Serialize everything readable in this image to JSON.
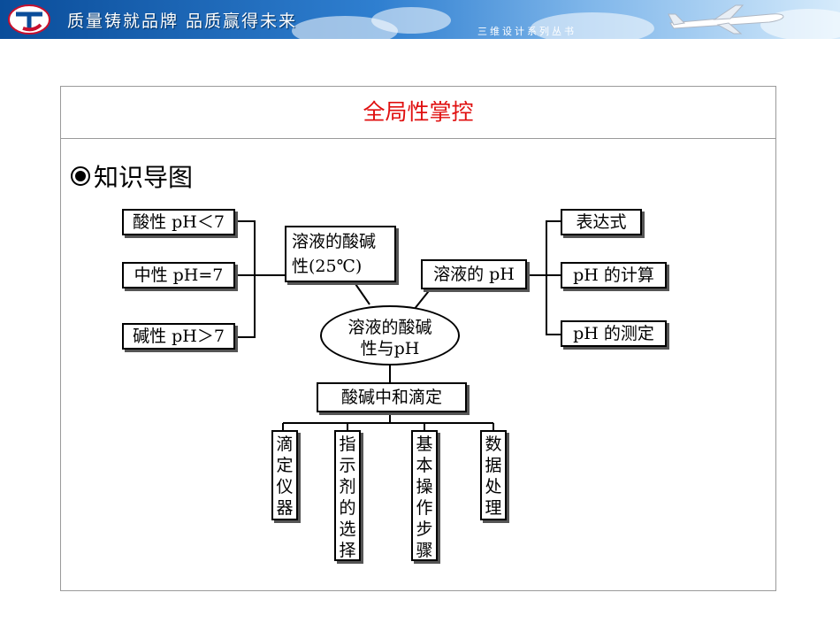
{
  "header": {
    "slogan": "质量铸就品牌 品质赢得未来",
    "series": "三维设计系列丛书"
  },
  "frame": {
    "title": "全局性掌控",
    "title_color": "#e01010"
  },
  "section": {
    "bullet": "◉",
    "title": "知识导图"
  },
  "diagram": {
    "center": "溶液的酸碱性与pH",
    "left_group": {
      "hub": "溶液的酸碱性(25℃)",
      "items": [
        "酸性 pH＜7",
        "中性 pH=7",
        "碱性 pH＞7"
      ]
    },
    "right_group": {
      "hub": "溶液的 pH",
      "items": [
        "表达式",
        "pH 的计算",
        "pH 的测定"
      ]
    },
    "bottom_group": {
      "hub": "酸碱中和滴定",
      "items": [
        "滴定仪器",
        "指示剂的选择",
        "基本操作步骤",
        "数据处理"
      ]
    }
  }
}
